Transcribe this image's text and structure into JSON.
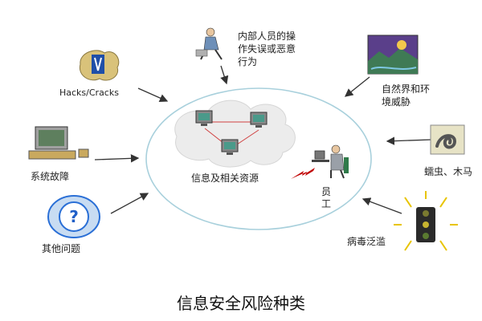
{
  "title": "信息安全风险种类",
  "center": {
    "label": "信息及相关资源",
    "employee_label": "员\n工"
  },
  "threats": {
    "insider": "内部人员的操\n作失误或恶意\n行为",
    "nature": "自然界和环\n境威胁",
    "hacks": "Hacks/Cracks",
    "system": "系统故障",
    "worm": "蠕虫、木马",
    "virus": "病毒泛滥",
    "other": "其他问题"
  },
  "icons": {
    "insider": "person-working-icon",
    "nature": "nature-scene-icon",
    "hacks": "hacker-icon",
    "system": "computer-icon",
    "worm": "worm-icon",
    "virus": "traffic-light-icon",
    "other": "question-mark-icon"
  },
  "colors": {
    "ellipse": "#a8d0dc",
    "cloud": "#e9e9e9",
    "network_link": "#d04040",
    "lightning": "#c00000",
    "question": "#2a6fd6"
  }
}
